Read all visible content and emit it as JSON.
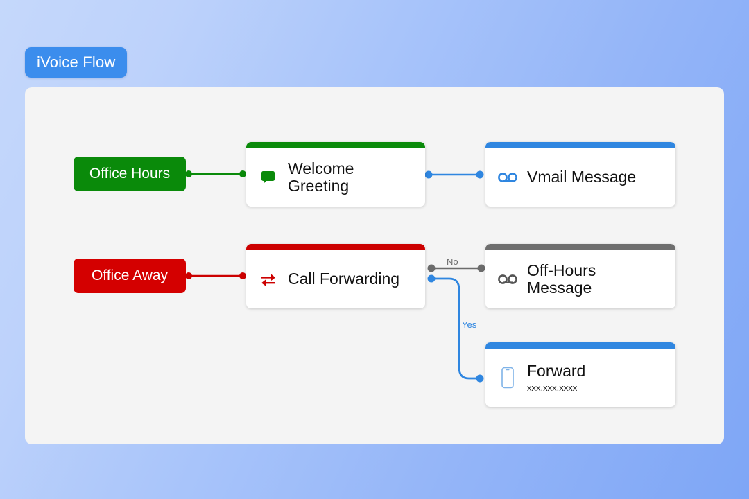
{
  "title": {
    "label": "iVoice Flow"
  },
  "colors": {
    "accent_blue": "#2f86e0",
    "green": "#0a8a0a",
    "red": "#d40000",
    "gray": "#6b6b6b",
    "canvas": "#f4f4f4",
    "badge_blue": "#3b8ded"
  },
  "triggers": [
    {
      "label": "Office Hours",
      "color": "#0a8a0a"
    },
    {
      "label": "Office Away",
      "color": "#d40000"
    }
  ],
  "nodes": [
    {
      "id": "welcome-greeting",
      "title": "Welcome Greeting",
      "subtitle": "",
      "bar_color": "#0a8a0a",
      "icon": "speech-bubble-icon"
    },
    {
      "id": "vmail-message",
      "title": "Vmail Message",
      "subtitle": "",
      "bar_color": "#2f86e0",
      "icon": "voicemail-icon"
    },
    {
      "id": "call-forwarding",
      "title": "Call Forwarding",
      "subtitle": "",
      "bar_color": "#cc0000",
      "icon": "exchange-arrows-icon"
    },
    {
      "id": "off-hours-message",
      "title": "Off-Hours Message",
      "subtitle": "",
      "bar_color": "#6e6e6e",
      "icon": "voicemail-icon"
    },
    {
      "id": "forward",
      "title": "Forward",
      "subtitle": "xxx.xxx.xxxx",
      "bar_color": "#2f86e0",
      "icon": "phone-icon"
    }
  ],
  "edges": [
    {
      "from": "Office Hours",
      "to": "Welcome Greeting",
      "label": "",
      "color": "#0a8a0a"
    },
    {
      "from": "Welcome Greeting",
      "to": "Vmail Message",
      "label": "",
      "color": "#2f86e0"
    },
    {
      "from": "Office Away",
      "to": "Call Forwarding",
      "label": "",
      "color": "#cc0000"
    },
    {
      "from": "Call Forwarding",
      "to": "Off-Hours Message",
      "label": "No",
      "color": "#6b6b6b"
    },
    {
      "from": "Call Forwarding",
      "to": "Forward",
      "label": "Yes",
      "color": "#2f86e0"
    }
  ],
  "edge_labels": {
    "no": "No",
    "yes": "Yes"
  }
}
